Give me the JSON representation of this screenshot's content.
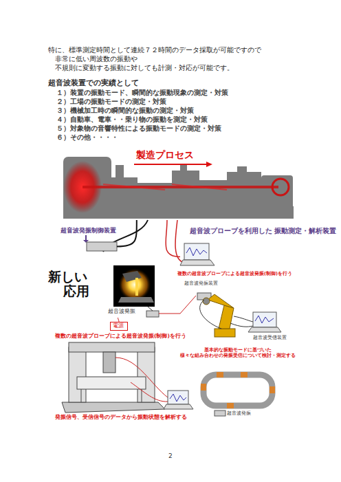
{
  "diagram": {
    "nodes": [
      {
        "text": [
          "製造プロセス"
        ]
      },
      {
        "text": [
          "超音波発振制御装置"
        ]
      },
      {
        "text": [
          "超音波プローブを利用した 振動測定・解析装置"
        ]
      },
      {
        "text": [
          "超音波発振"
        ]
      },
      {
        "text": [
          "電源"
        ]
      },
      {
        "text": [
          "超音波発振装置"
        ]
      },
      {
        "text": [
          "超音波受信装置"
        ]
      }
    ],
    "edges": [
      {
        "from": 1,
        "to": 0,
        "arrow": "none"
      },
      {
        "from": 2,
        "to": 0,
        "arrow": "none"
      },
      {
        "from": 4,
        "to": 3,
        "arrow": "none"
      }
    ],
    "labels": [
      "特に、標準測定時間として連続７２時間のデータ採取が可能ですので",
      "非常に低い周波数の振動や",
      "不規則に変動する振動に対しても計測・対応が可能です。",
      "超音波装置での実績として",
      "１）装置の振動モード、瞬間的な振動現象の測定・対策",
      "２）工場の振動モードの測定・対策",
      "３）機械加工時の瞬間的な振動の測定・対策",
      "４）自動車、電車・・乗り物の振動を測定・対策",
      "５）対象物の音響特性による振動モードの測定・対策",
      "６）その他・・・・",
      "新しい",
      "応用",
      "複数の超音波プローブによる超音波発振(制御)を行う",
      "発振信号、受信信号のデータから振動状態を解析する",
      "複数の超音波プローブによる超音波発振(制御)を行う",
      "基本的な振動モードに基づいた 様々な組み合わせの発振受信について検討・測定する",
      "超音波発振",
      "2"
    ]
  }
}
